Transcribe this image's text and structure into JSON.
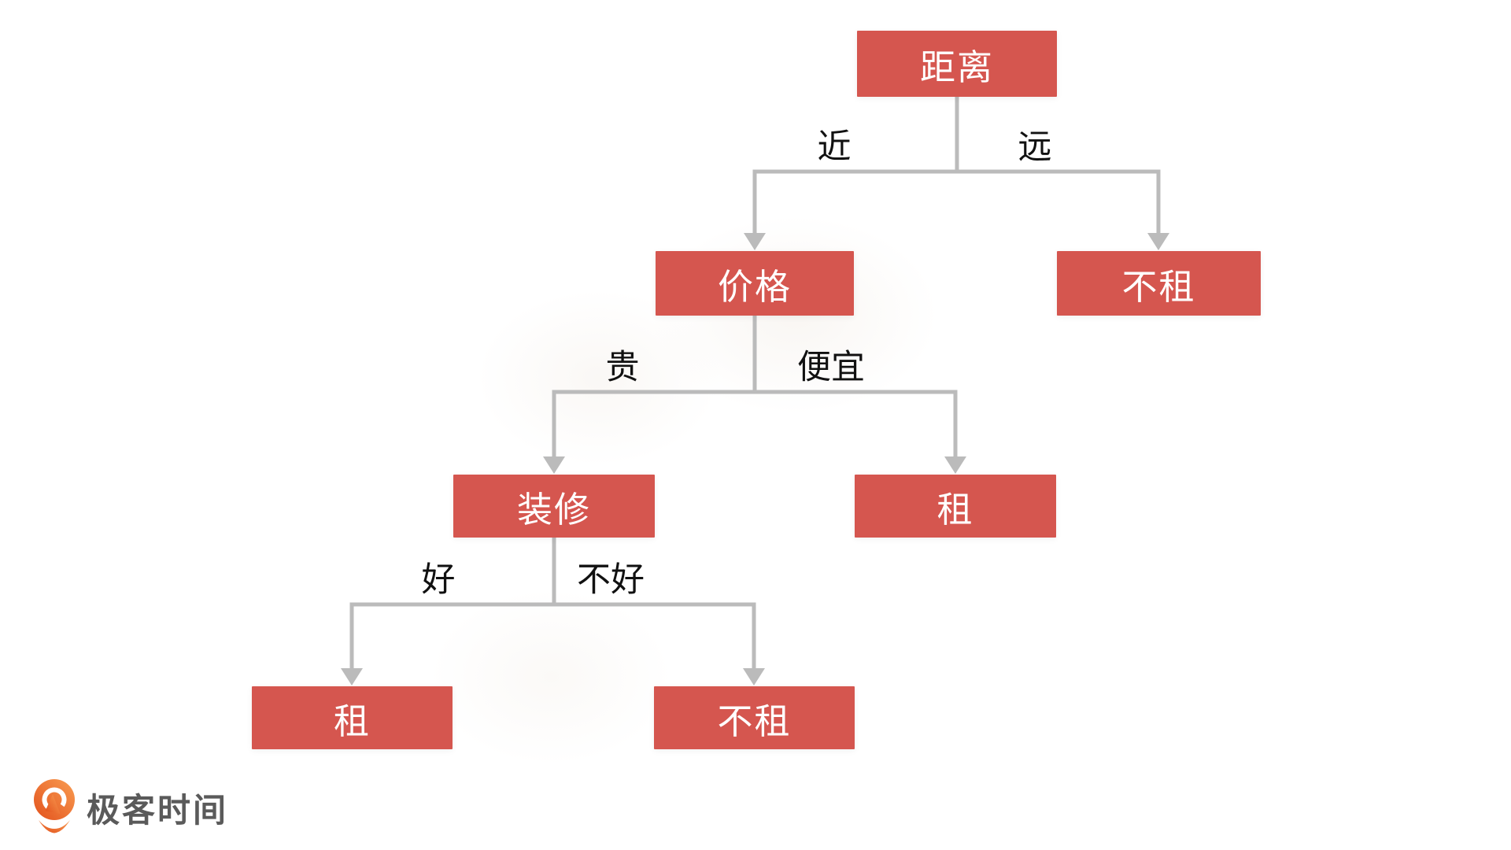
{
  "diagram": {
    "type": "decision-tree",
    "nodes": {
      "distance": {
        "label": "距离"
      },
      "price": {
        "label": "价格"
      },
      "no_rent_far": {
        "label": "不租"
      },
      "decoration": {
        "label": "装修"
      },
      "rent_cheap": {
        "label": "租"
      },
      "rent_good": {
        "label": "租"
      },
      "no_rent_bad": {
        "label": "不租"
      }
    },
    "edge_labels": {
      "near": "近",
      "far": "远",
      "expensive": "贵",
      "cheap": "便宜",
      "good": "好",
      "not_good": "不好"
    },
    "tree": [
      {
        "from": "距离",
        "edge": "近",
        "to": "价格"
      },
      {
        "from": "距离",
        "edge": "远",
        "to": "不租"
      },
      {
        "from": "价格",
        "edge": "贵",
        "to": "装修"
      },
      {
        "from": "价格",
        "edge": "便宜",
        "to": "租"
      },
      {
        "from": "装修",
        "edge": "好",
        "to": "租"
      },
      {
        "from": "装修",
        "edge": "不好",
        "to": "不租"
      }
    ],
    "colors": {
      "node_bg": "#D5564F",
      "node_text": "#FFFFFF",
      "connector": "#BBBBBB",
      "edge_label": "#111111"
    }
  },
  "brand": {
    "name": "极客时间",
    "icon_color_dark": "#E2511C",
    "icon_color_light": "#F99D52"
  }
}
